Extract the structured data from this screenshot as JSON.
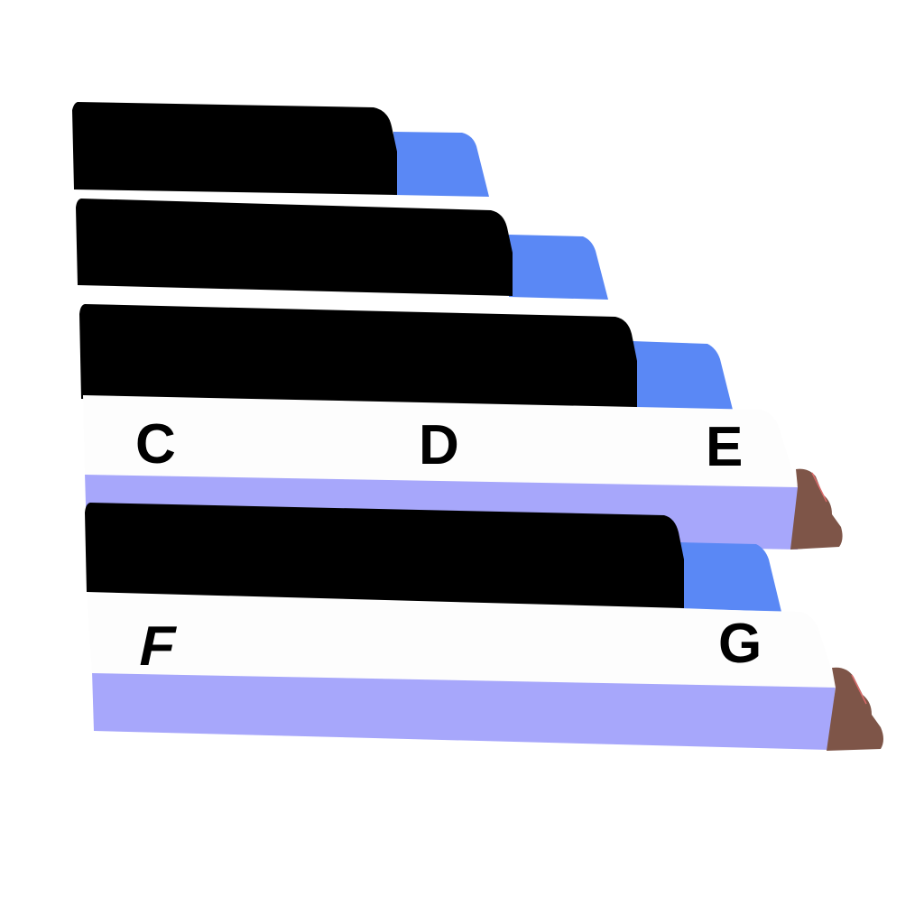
{
  "colors": {
    "black_key": "#000000",
    "black_key_end": "#5a88f5",
    "white_key_top": "#fdfdfd",
    "white_key_side": "#a7a7fb",
    "white_key_end": "#7e5548",
    "white_key_end_accent": "#d96a6a"
  },
  "white_keys": [
    {
      "labels": [
        "C",
        "D",
        "E"
      ]
    },
    {
      "labels": [
        "F",
        "G"
      ]
    }
  ],
  "black_key_count": 4
}
